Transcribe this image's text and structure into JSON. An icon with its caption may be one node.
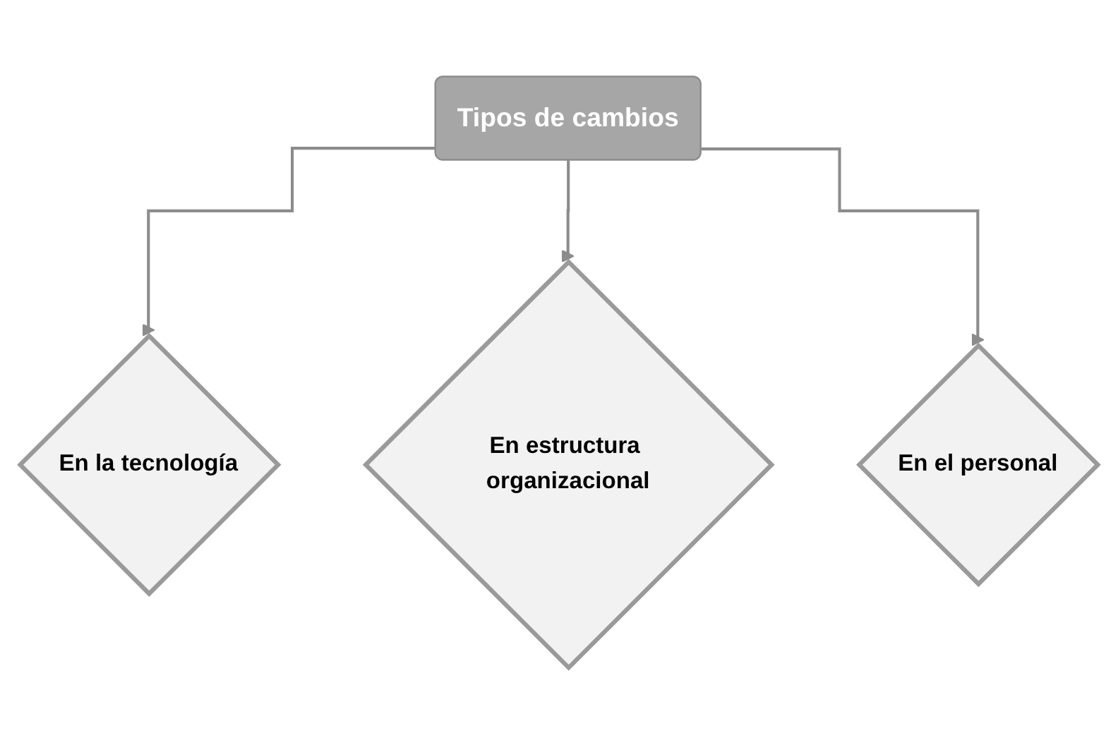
{
  "diagram": {
    "nodes": [
      {
        "text": [
          "Tipos de cambios"
        ]
      },
      {
        "text": [
          "En la tecnología"
        ]
      },
      {
        "text": [
          "En estructura organizacional"
        ]
      },
      {
        "text": [
          "En el personal"
        ]
      }
    ],
    "edges": [
      {
        "from": 0,
        "to": 1,
        "arrow": "to"
      },
      {
        "from": 0,
        "to": 2,
        "arrow": "to"
      },
      {
        "from": 0,
        "to": 3,
        "arrow": "to"
      }
    ]
  }
}
